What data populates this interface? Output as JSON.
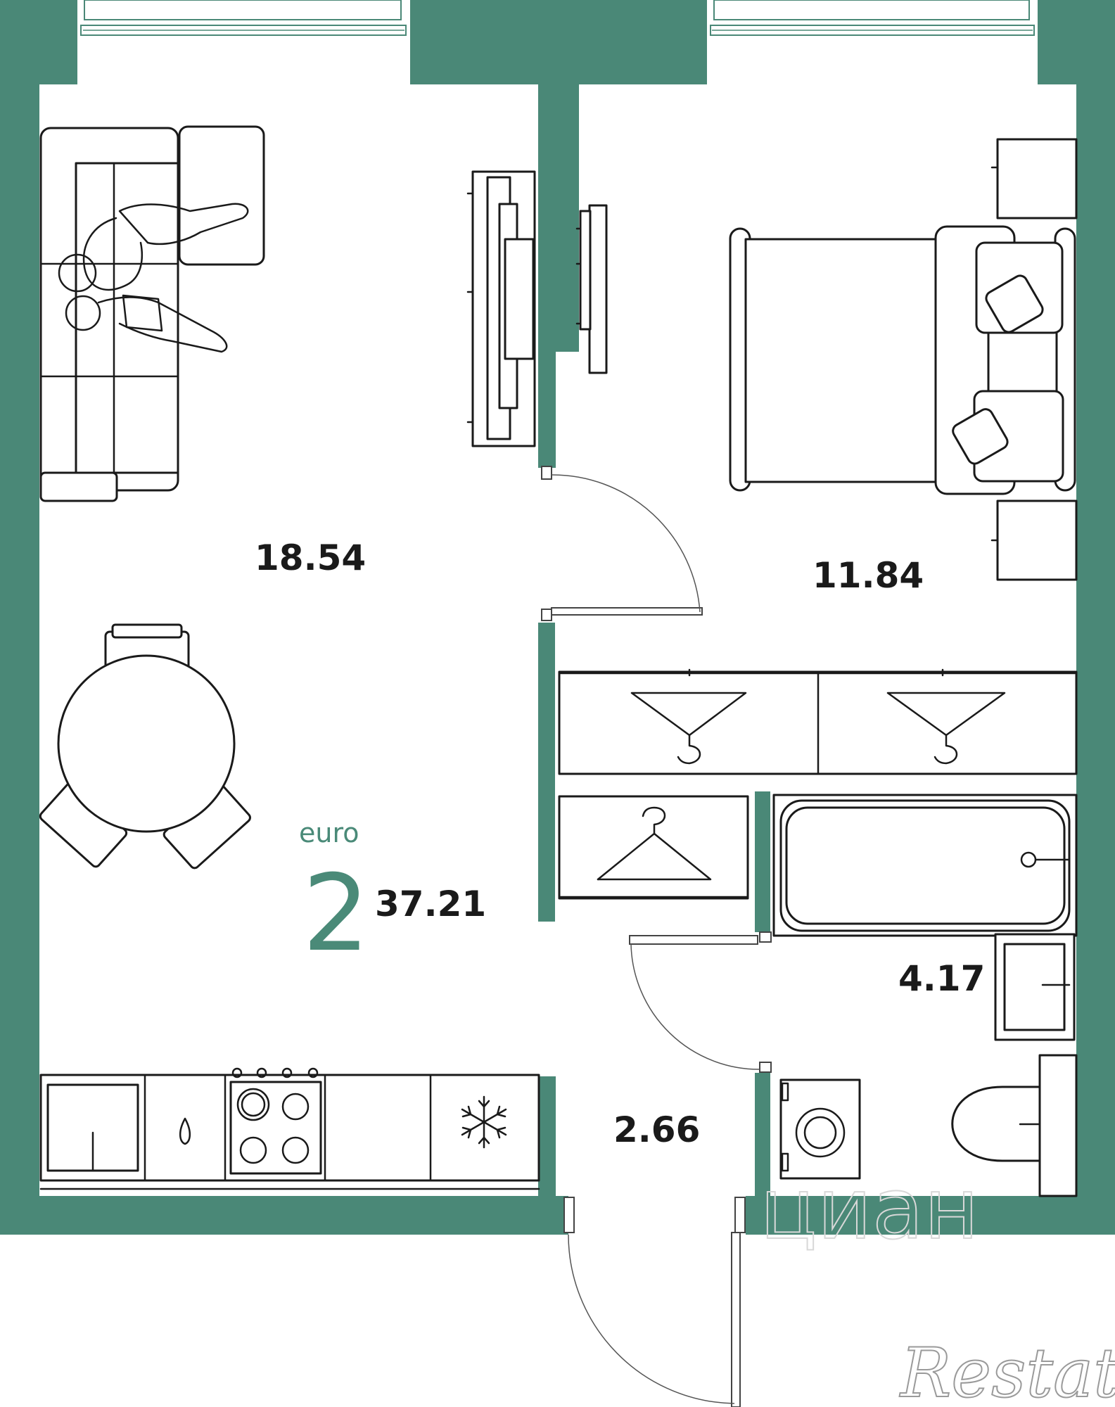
{
  "colors": {
    "wall": "#4a8877",
    "accent": "#4a8a78",
    "label": "#1a1a1a"
  },
  "plan": {
    "type_label": "euro",
    "rooms_count": "2",
    "total_area": "37.21",
    "rooms": [
      {
        "id": "living-kitchen",
        "area": "18.54"
      },
      {
        "id": "bedroom",
        "area": "11.84"
      },
      {
        "id": "bathroom",
        "area": "4.17"
      },
      {
        "id": "hallway",
        "area": "2.66"
      }
    ]
  },
  "watermarks": {
    "brand": "Restate",
    "faint": "циан"
  },
  "icons": {
    "fridge": "snowflake-icon",
    "stove": "cooktop-icon",
    "wardrobe": "hanger-icon",
    "sink": "sink-icon",
    "toilet": "toilet-icon",
    "washer": "washing-machine-icon",
    "bathtub": "bathtub-icon",
    "bed": "bed-icon",
    "sofa": "sofa-icon",
    "table": "dining-table-icon",
    "tv": "tv-icon"
  }
}
